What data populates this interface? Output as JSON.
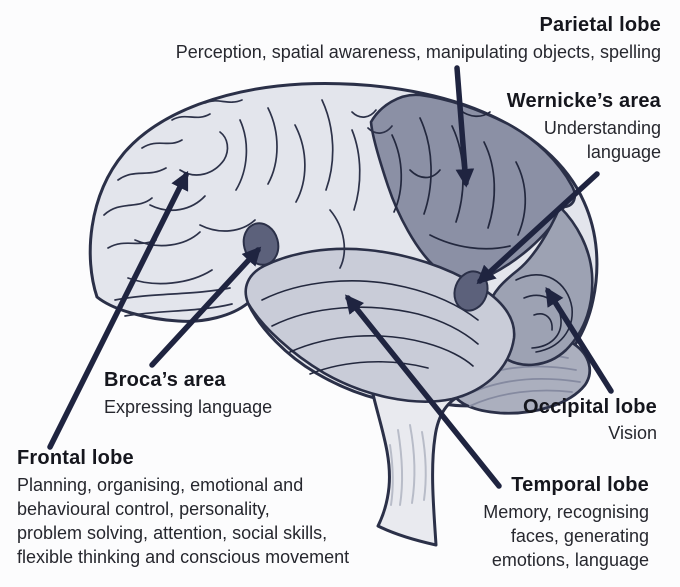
{
  "labels": {
    "parietal": {
      "title": "Parietal lobe",
      "lines": [
        "Perception, spatial awareness, manipulating objects, spelling"
      ]
    },
    "wernicke": {
      "title": "Wernicke’s area",
      "lines": [
        "Understanding",
        "language"
      ]
    },
    "broca": {
      "title": "Broca’s area",
      "lines": [
        "Expressing language"
      ]
    },
    "frontal": {
      "title": "Frontal lobe",
      "lines": [
        "Planning, organising, emotional and",
        "behavioural control, personality,",
        "problem solving, attention, social skills,",
        "flexible thinking and conscious movement"
      ]
    },
    "occipital": {
      "title": "Occipital lobe",
      "lines": [
        "Vision"
      ]
    },
    "temporal": {
      "title": "Temporal lobe",
      "lines": [
        "Memory, recognising",
        "faces, generating",
        "emotions, language"
      ]
    }
  },
  "colors": {
    "background": "#fcfcfd",
    "outline": "#2b3048",
    "arrow": "#1f2440",
    "text_heading": "#15161d",
    "text_body": "#26272e",
    "frontal_fill": "#e3e5ec",
    "parietal_fill": "#8b90a5",
    "temporal_fill": "#c9ccd8",
    "occipital_fill": "#9da2b3",
    "cerebellum_fill": "#abafbe",
    "brainstem_fill": "#e9eaef",
    "area_spot_fill": "#5c617b"
  }
}
